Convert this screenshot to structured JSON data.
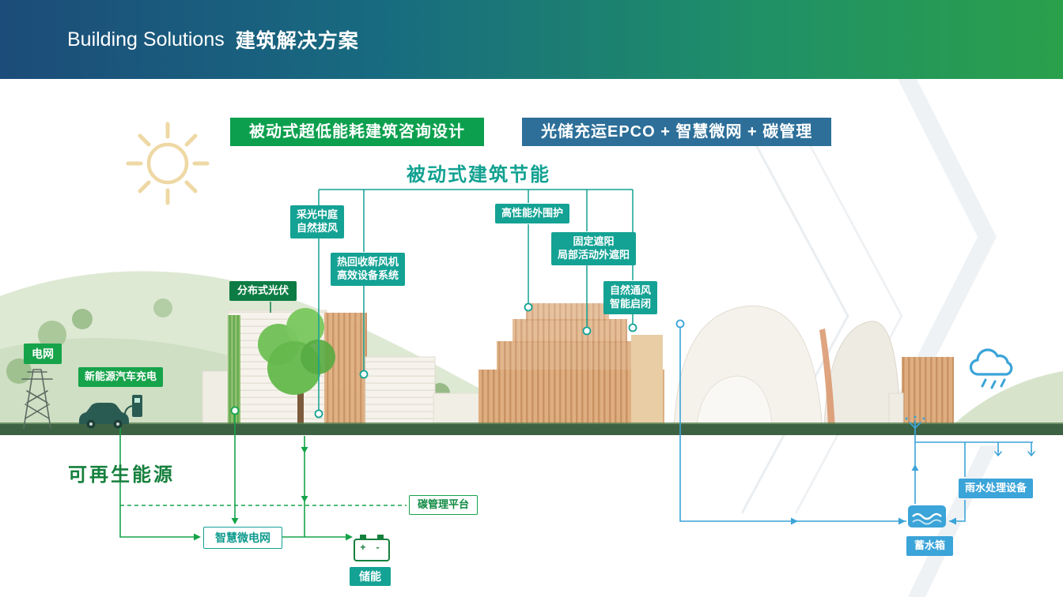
{
  "header": {
    "title_en": "Building Solutions",
    "title_zh": "建筑解决方案"
  },
  "banners": {
    "passive_design": "被动式超低能耗建筑咨询设计",
    "epco": "光储充运EPCO + 智慧微网 + 碳管理"
  },
  "diagram": {
    "section_title": "被动式建筑节能",
    "labels": {
      "daylight_atrium": "采光中庭\n自然拔风",
      "heat_recovery": "热回收新风机\n高效设备系统",
      "envelope": "高性能外围护",
      "fixed_shading": "固定遮阳\n局部活动外遮阳",
      "natural_ventilation": "自然通风\n智能启闭",
      "distributed_pv": "分布式光伏",
      "power_grid": "电网",
      "ev_charging": "新能源汽车充电",
      "renewable_energy": "可再生能源",
      "smart_microgrid": "智慧微电网",
      "carbon_platform": "碳管理平台",
      "energy_storage": "储能",
      "battery_terminals": "+  -",
      "rainwater_treatment": "雨水处理设备",
      "water_tank": "蓄水箱"
    },
    "colors": {
      "teal": "#14a294",
      "green": "#16a34a",
      "dark_green": "#0d7c44",
      "banner_green": "#0ca04e",
      "banner_blue": "#2d6f99",
      "water_blue": "#3ba4d8",
      "sun_cream": "#eed8a4"
    }
  }
}
